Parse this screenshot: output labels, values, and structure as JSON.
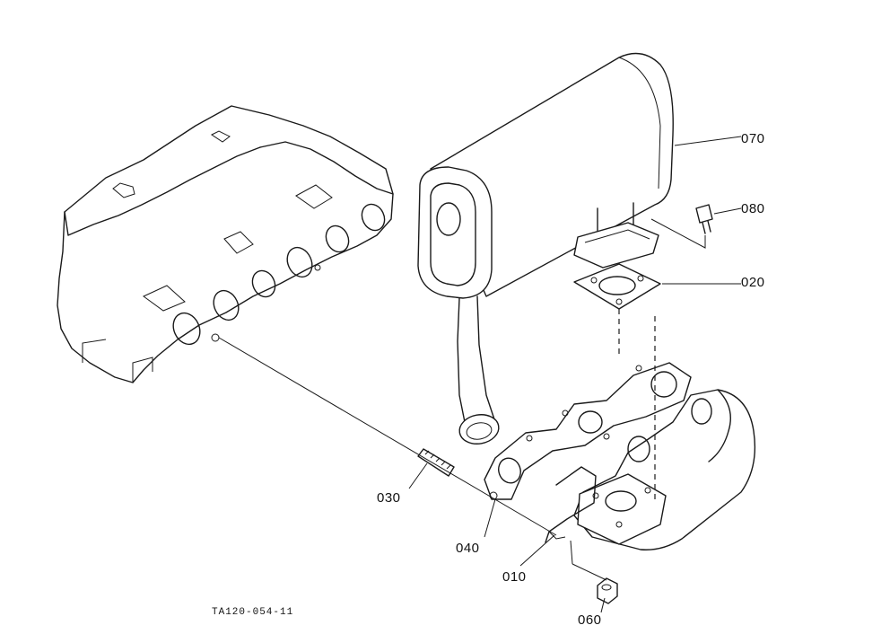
{
  "diagram": {
    "drawing_code": "TA120-054-11",
    "callouts": [
      {
        "id": "070",
        "label": "070"
      },
      {
        "id": "080",
        "label": "080"
      },
      {
        "id": "020",
        "label": "020"
      },
      {
        "id": "030",
        "label": "030"
      },
      {
        "id": "040",
        "label": "040"
      },
      {
        "id": "010",
        "label": "010"
      },
      {
        "id": "060",
        "label": "060"
      }
    ]
  }
}
